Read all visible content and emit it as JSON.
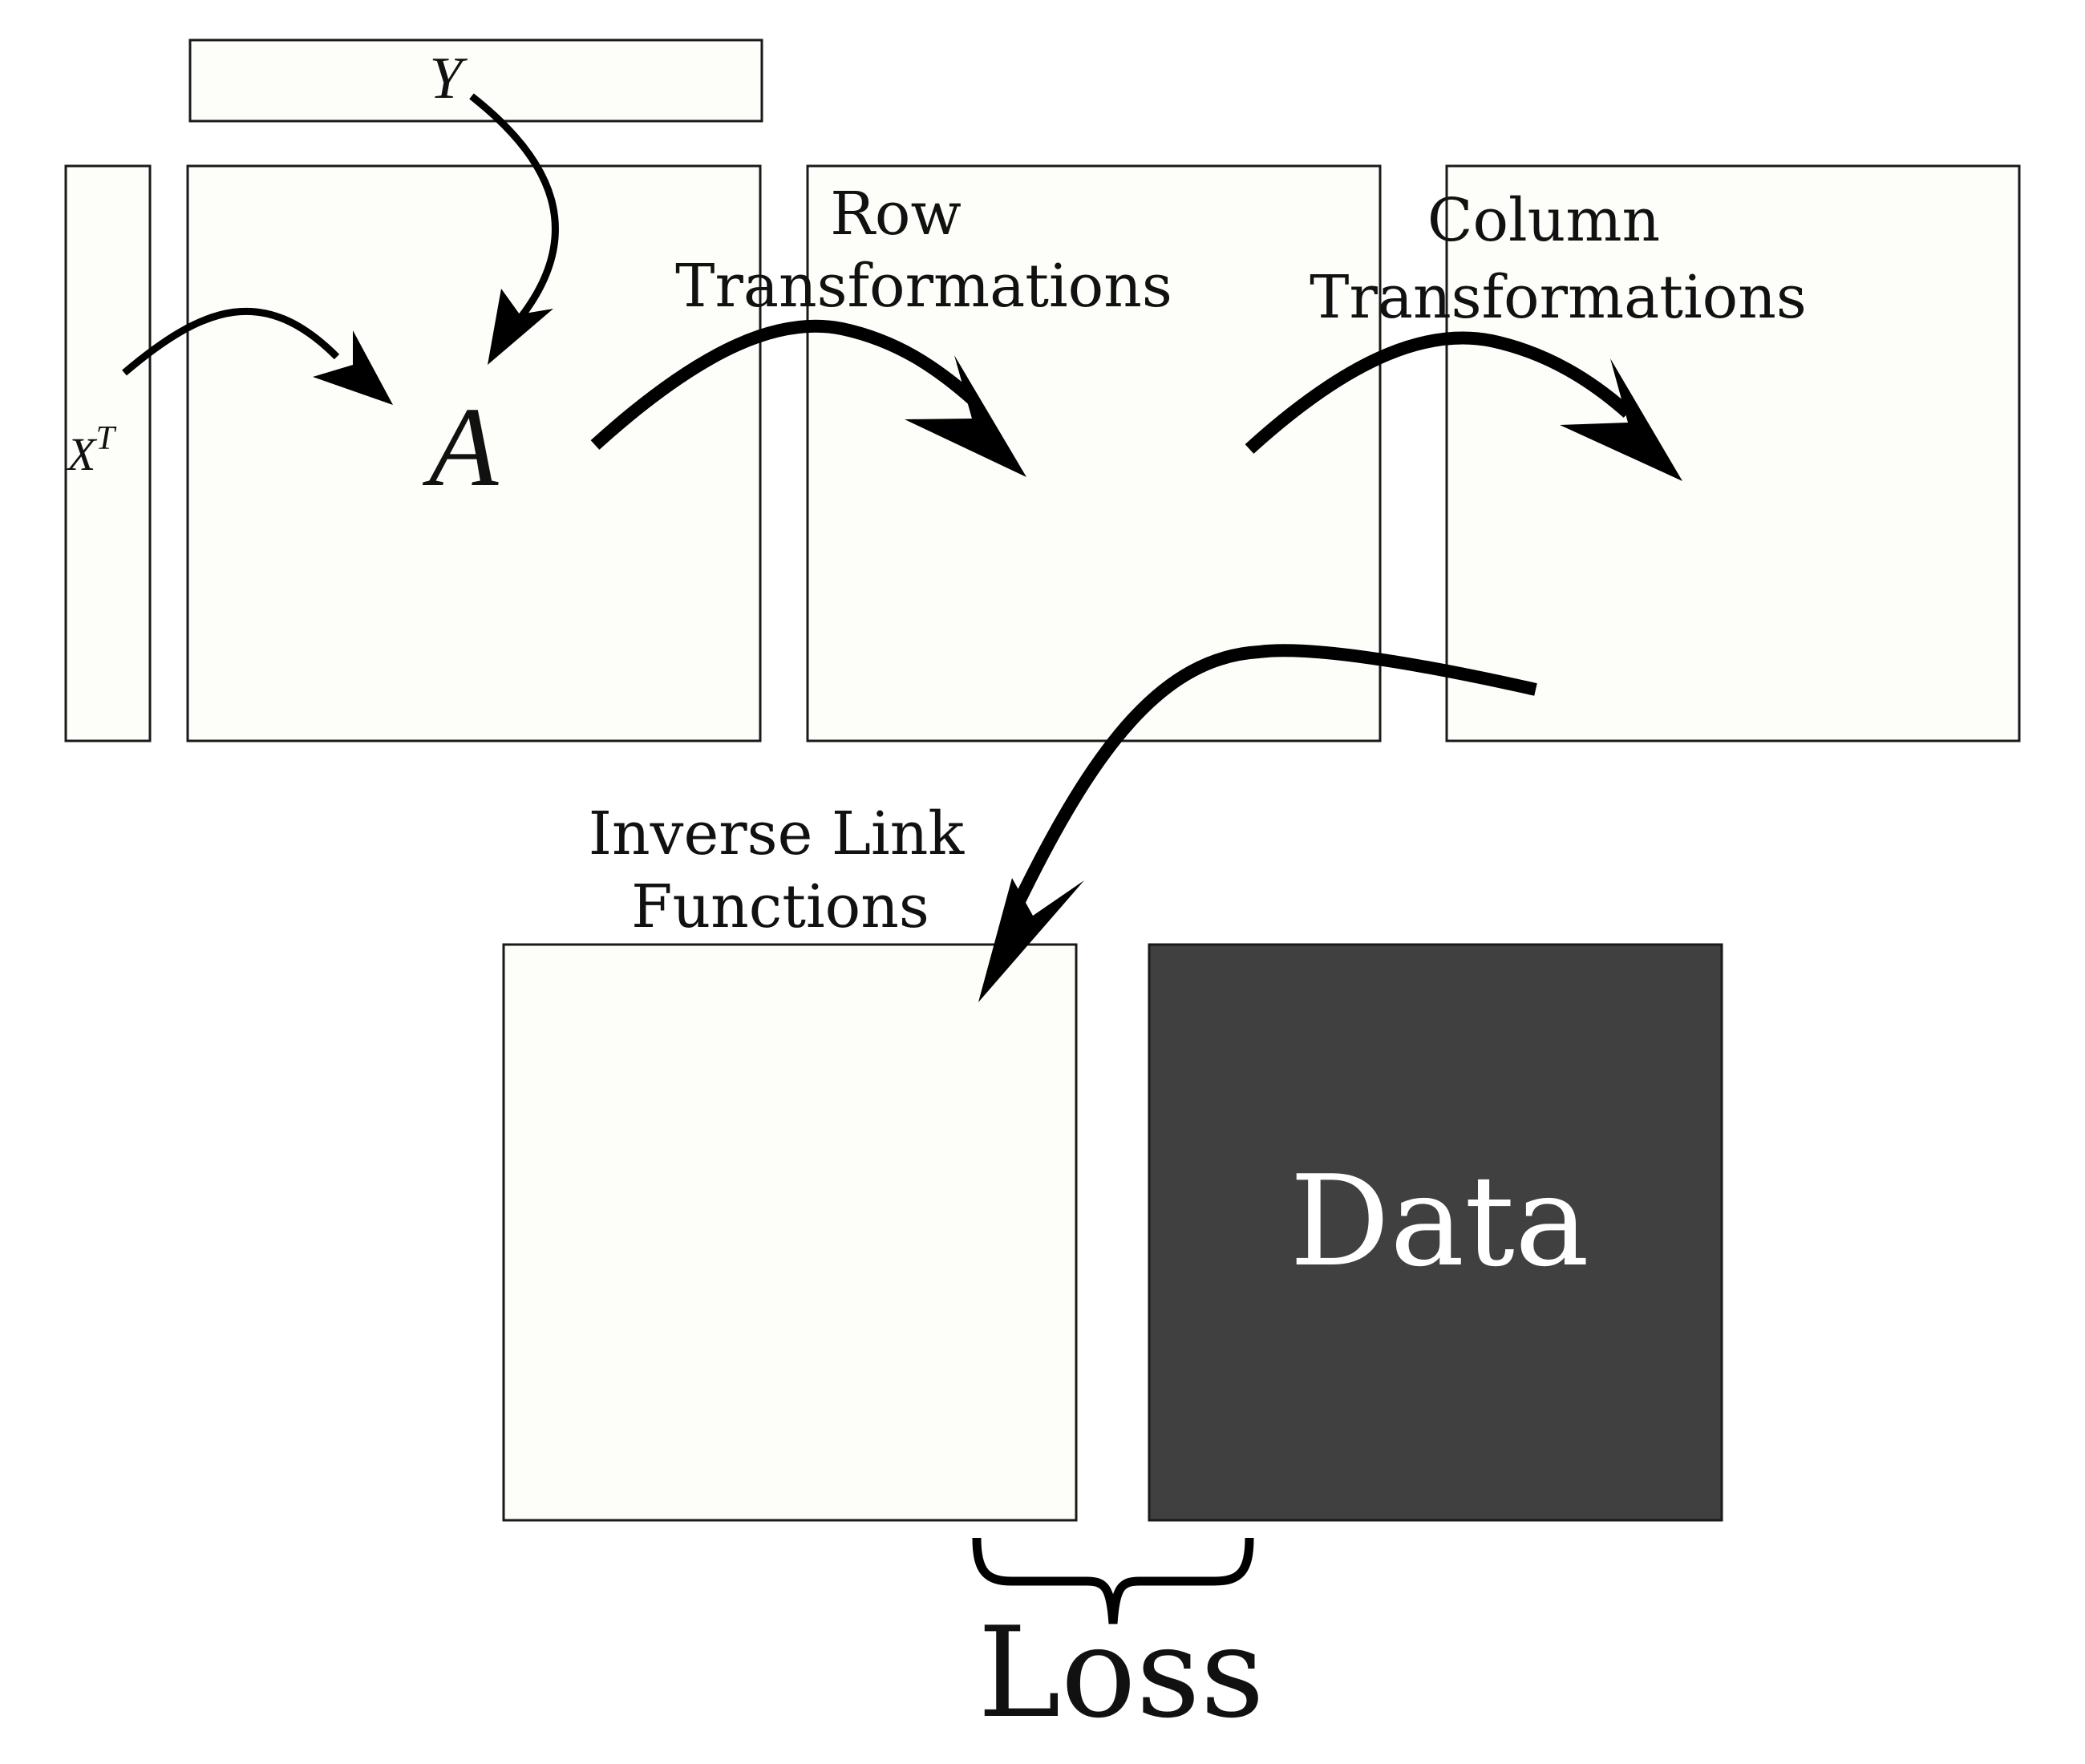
{
  "diagram": {
    "labels": {
      "y": "Y",
      "x_transpose": "X",
      "x_transpose_sup": "T",
      "a": "A",
      "row_line1": "Row",
      "row_line2": "Transformations",
      "column_line1": "Column",
      "column_line2": "Transformations",
      "inverse_line1": "Inverse Link",
      "inverse_line2": "Functions",
      "data": "Data",
      "loss": "Loss"
    },
    "colors": {
      "matrix_fill": "#fdfdf9",
      "data_fill": "#404040",
      "outline": "#1a1a1a",
      "arrow": "#000000"
    }
  }
}
